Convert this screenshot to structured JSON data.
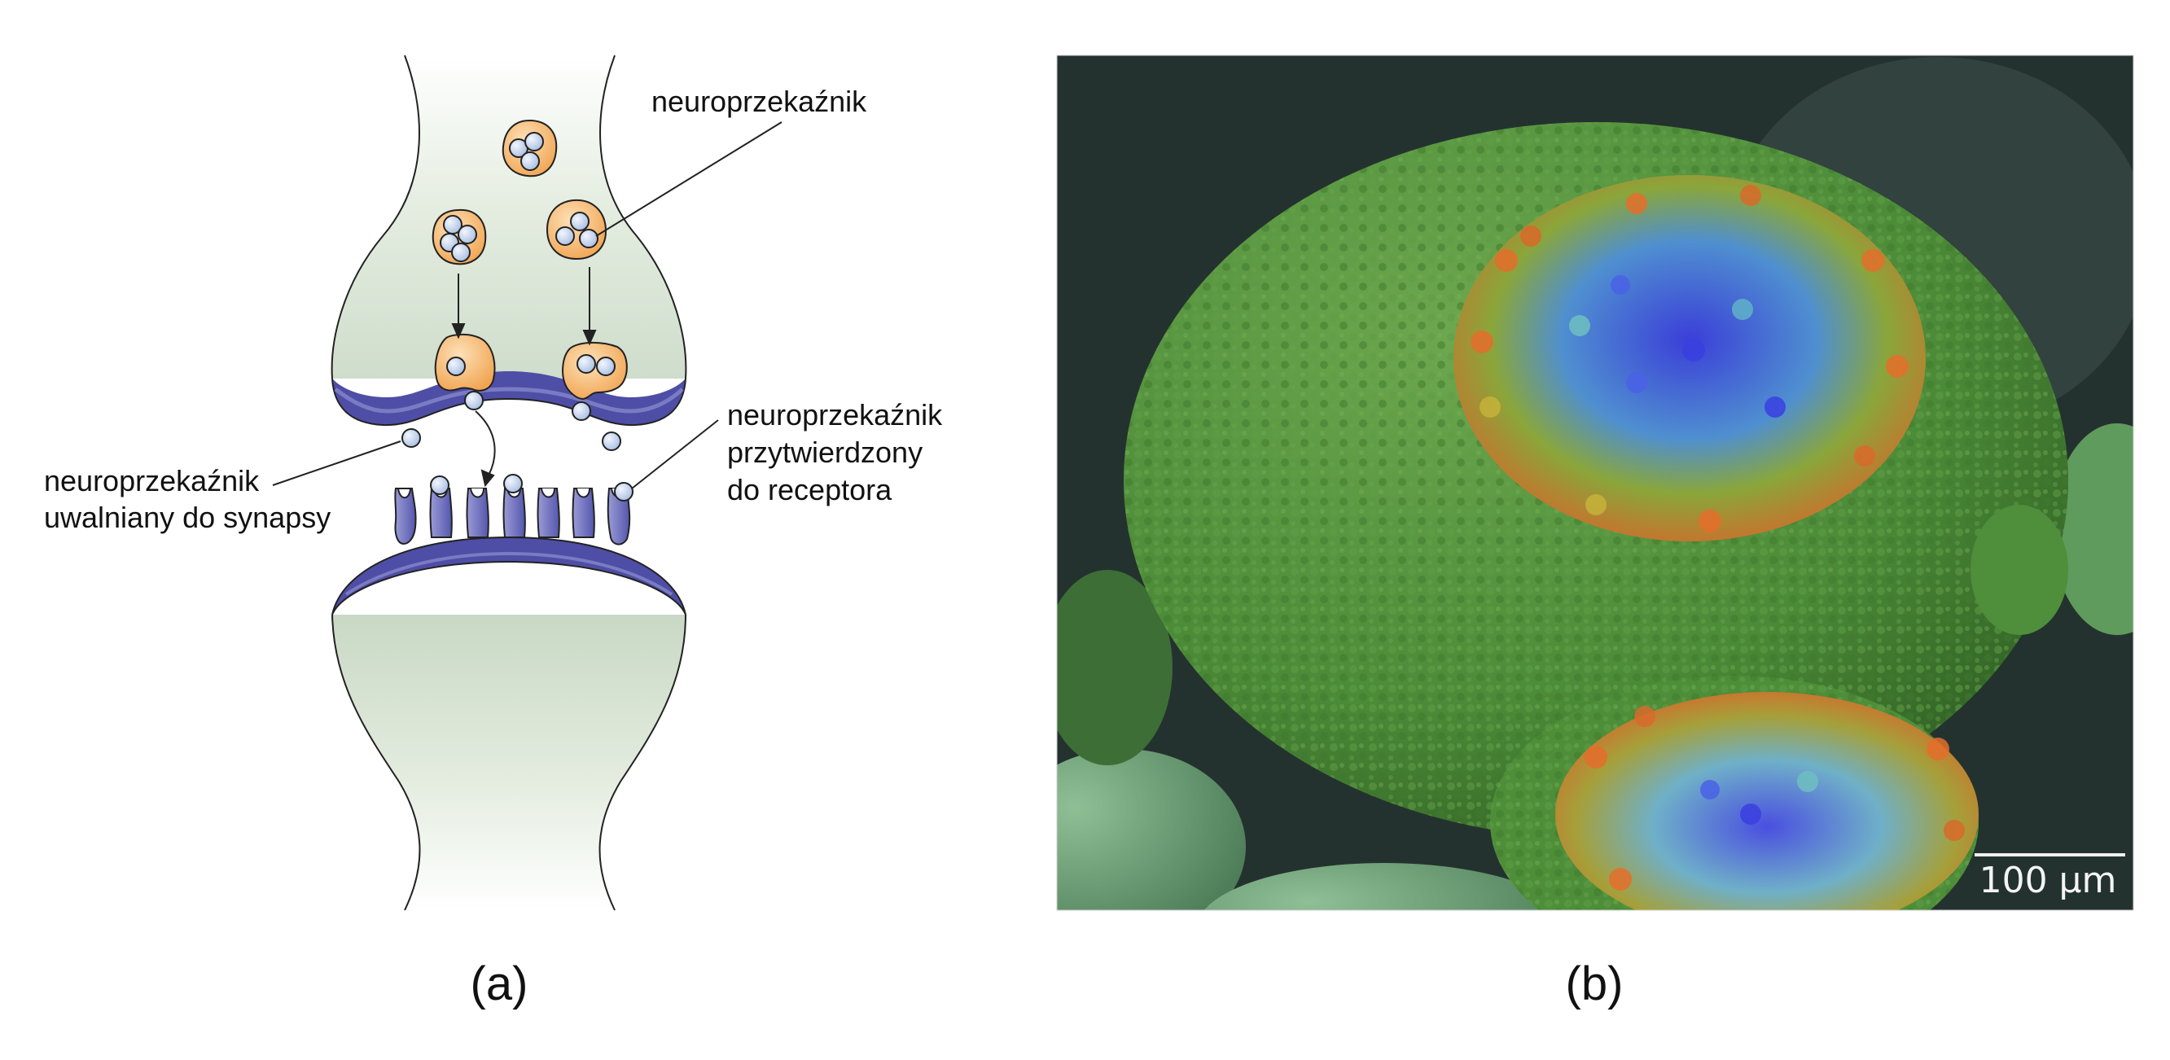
{
  "panel_a": {
    "label_neurotransmitter": "neuroprzekaźnik",
    "label_released_line1": "neuroprzekaźnik",
    "label_released_line2": "uwalniany do synapsy",
    "label_bound_line1": "neuroprzekaźnik",
    "label_bound_line2": "przytwierdzony",
    "label_bound_line3": "do receptora",
    "caption": "(a)"
  },
  "panel_b": {
    "scale_bar_label": "100 µm",
    "caption": "(b)"
  },
  "colors": {
    "membrane": "#4e4ea6",
    "vesicle": "#f3b060",
    "neurotransmitter": "#c5d5ee",
    "cell_green": "#4e8e39",
    "orange_cells": "#dd6b2a",
    "blue_cells": "#5c63e6"
  }
}
